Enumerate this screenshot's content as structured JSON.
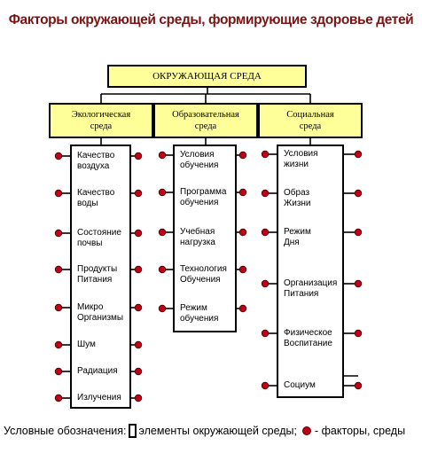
{
  "title": "Факторы окружающей среды, формирующие здоровье детей",
  "root": "ОКРУЖАЮЩАЯ СРЕДА",
  "colors": {
    "box_fill": "#ffff99",
    "title": "#7a1414",
    "factor_dot": "#c00018"
  },
  "categories": [
    {
      "name": [
        "Экологическая",
        "среда"
      ],
      "items": [
        [
          "Качество",
          "воздуха"
        ],
        [
          "Качество",
          "воды"
        ],
        [
          "Состояние",
          "почвы"
        ],
        [
          "Продукты",
          "Питания"
        ],
        [
          "Микро",
          "Организмы"
        ],
        [
          "Шум"
        ],
        [
          "Радиация"
        ],
        [
          "Излучения"
        ]
      ]
    },
    {
      "name": [
        "Образовательная",
        "среда"
      ],
      "items": [
        [
          "Условия",
          "обучения"
        ],
        [
          "Программа",
          "обучения"
        ],
        [
          "Учебная",
          "нагрузка"
        ],
        [
          "Технология",
          "Обучения"
        ],
        [
          "Режим",
          "обучения"
        ]
      ]
    },
    {
      "name": [
        "Социальная",
        "среда"
      ],
      "items": [
        [
          "Условия",
          "жизни"
        ],
        [
          "Образ",
          "Жизни"
        ],
        [
          "Режим",
          "Дня"
        ],
        [
          "Организация",
          "Питания"
        ],
        [
          "Физическое",
          "Воспитание"
        ],
        [
          "Социум"
        ]
      ]
    }
  ],
  "legend": {
    "prefix": "Условные обозначения:",
    "box_label": "элементы окружающей среды;",
    "dot_label": "- факторы, среды"
  }
}
